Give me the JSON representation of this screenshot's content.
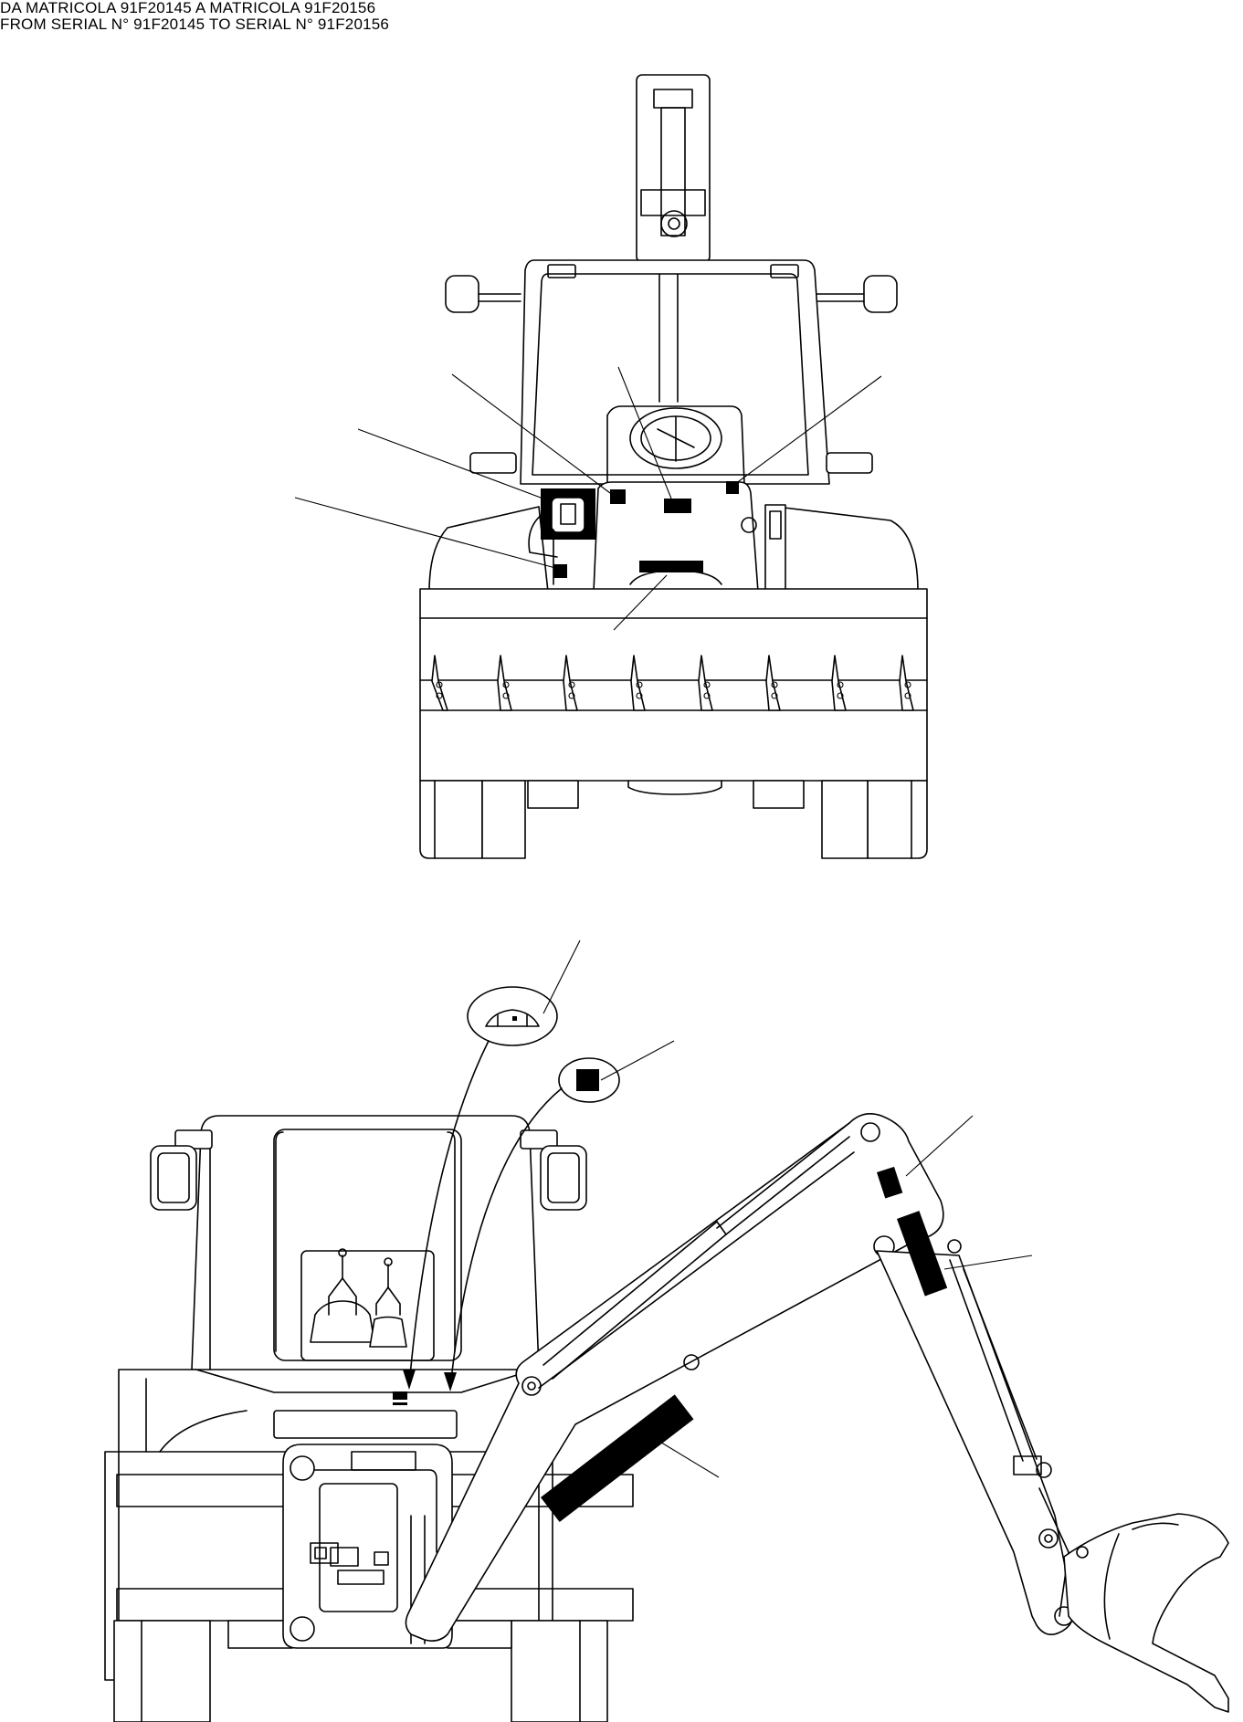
{
  "header": {
    "line1": "DA MATRICOLA 91F20145 A MATRICOLA 91F20156",
    "line2": "FROM SERIAL N° 91F20145 TO SERIAL N° 91F20156"
  },
  "views": {
    "front_view": {
      "subject": "backhoe loader front view with loader bucket"
    },
    "rear_view": {
      "subject": "backhoe loader rear view with excavator arm"
    }
  },
  "icons": [
    "label-location-marker",
    "leader-line",
    "detail-callout-bubble",
    "arrow-pointer"
  ]
}
